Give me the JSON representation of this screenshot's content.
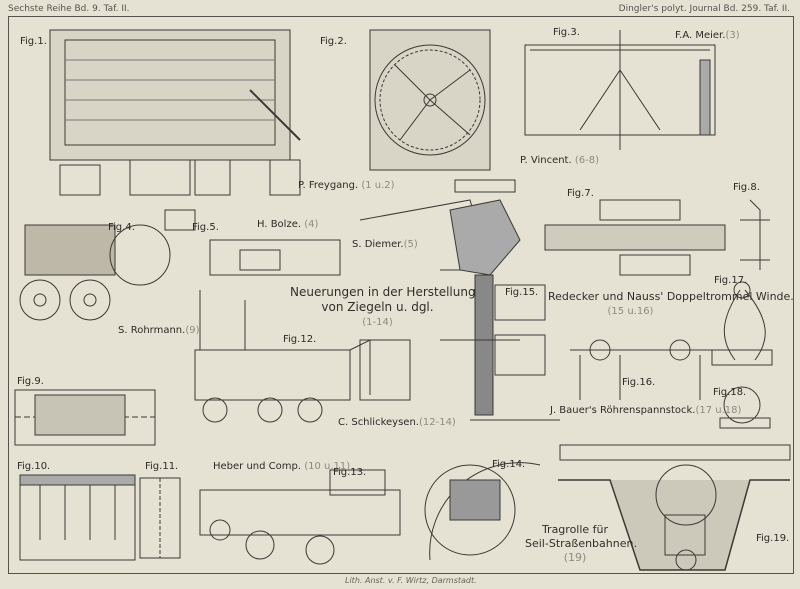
{
  "header": {
    "left": "Sechste Reihe Bd. 9. Taf. II.",
    "right": "Dingler's polyt. Journal Bd. 259. Taf. II."
  },
  "footer": "Lith. Anst. v. F. Wirtz, Darmstadt.",
  "main_title": {
    "line1": "Neuerungen in der Herstellung",
    "line2": "von Ziegeln u. dgl.",
    "range": "(1-14)"
  },
  "figures": {
    "fig1": "Fig.1.",
    "fig2": "Fig.2.",
    "fig3": "Fig.3.",
    "fig4": "Fig.4.",
    "fig5": "Fig.5.",
    "fig7": "Fig.7.",
    "fig8": "Fig.8.",
    "fig9": "Fig.9.",
    "fig10": "Fig.10.",
    "fig11": "Fig.11.",
    "fig12": "Fig.12.",
    "fig13": "Fig.13.",
    "fig14": "Fig.14.",
    "fig15": "Fig.15.",
    "fig16": "Fig.16.",
    "fig17": "Fig.17.",
    "fig18": "Fig.18.",
    "fig19": "Fig.19."
  },
  "credits": {
    "meier": {
      "name": "F.A. Meier.",
      "ref": "(3)"
    },
    "vincent": {
      "name": "P. Vincent.",
      "ref": "(6-8)"
    },
    "freygang": {
      "name": "P. Freygang.",
      "ref": "(1 u.2)"
    },
    "bolze": {
      "name": "H. Bolze.",
      "ref": "(4)"
    },
    "diemer": {
      "name": "S. Diemer.",
      "ref": "(5)"
    },
    "rohrmann": {
      "name": "S. Rohrmann.",
      "ref": "(9)"
    },
    "schlickeysen": {
      "name": "C. Schlickeysen.",
      "ref": "(12-14)"
    },
    "heber": {
      "name": "Heber und Comp.",
      "ref": "(10 u.11)"
    },
    "redecker": {
      "name": "Redecker und Nauss' Doppeltrommel Winde.",
      "ref": "(15 u.16)"
    },
    "bauer": {
      "name": "J. Bauer's Röhrenspannstock.",
      "ref": "(17 u.18)"
    },
    "tragrolle": {
      "line1": "Tragrolle für",
      "line2": "Seil-Straßenbahnen.",
      "ref": "(19)"
    }
  }
}
